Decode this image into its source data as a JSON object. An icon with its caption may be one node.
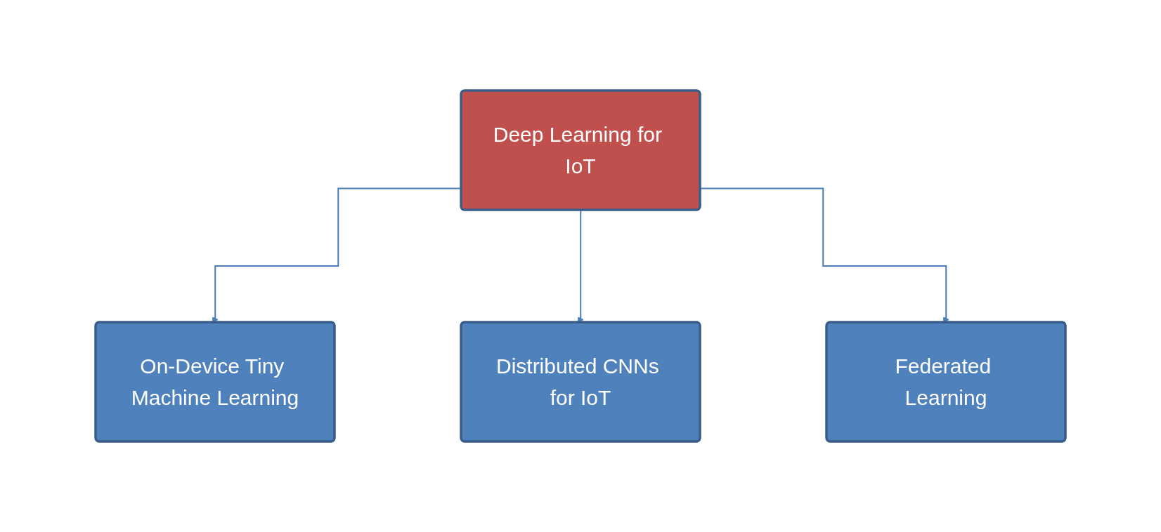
{
  "diagram": {
    "nodes": [
      {
        "text": [
          "Deep Learning for IoT"
        ]
      },
      {
        "text": [
          "On-Device Tiny Machine Learning"
        ]
      },
      {
        "text": [
          "Distributed CNNs for IoT"
        ]
      },
      {
        "text": [
          "Federated Learning"
        ]
      }
    ],
    "edges": [
      {
        "from": 0,
        "to": 1,
        "arrow": "to"
      },
      {
        "from": 0,
        "to": 2,
        "arrow": "to"
      },
      {
        "from": 0,
        "to": 3,
        "arrow": "to"
      }
    ]
  }
}
